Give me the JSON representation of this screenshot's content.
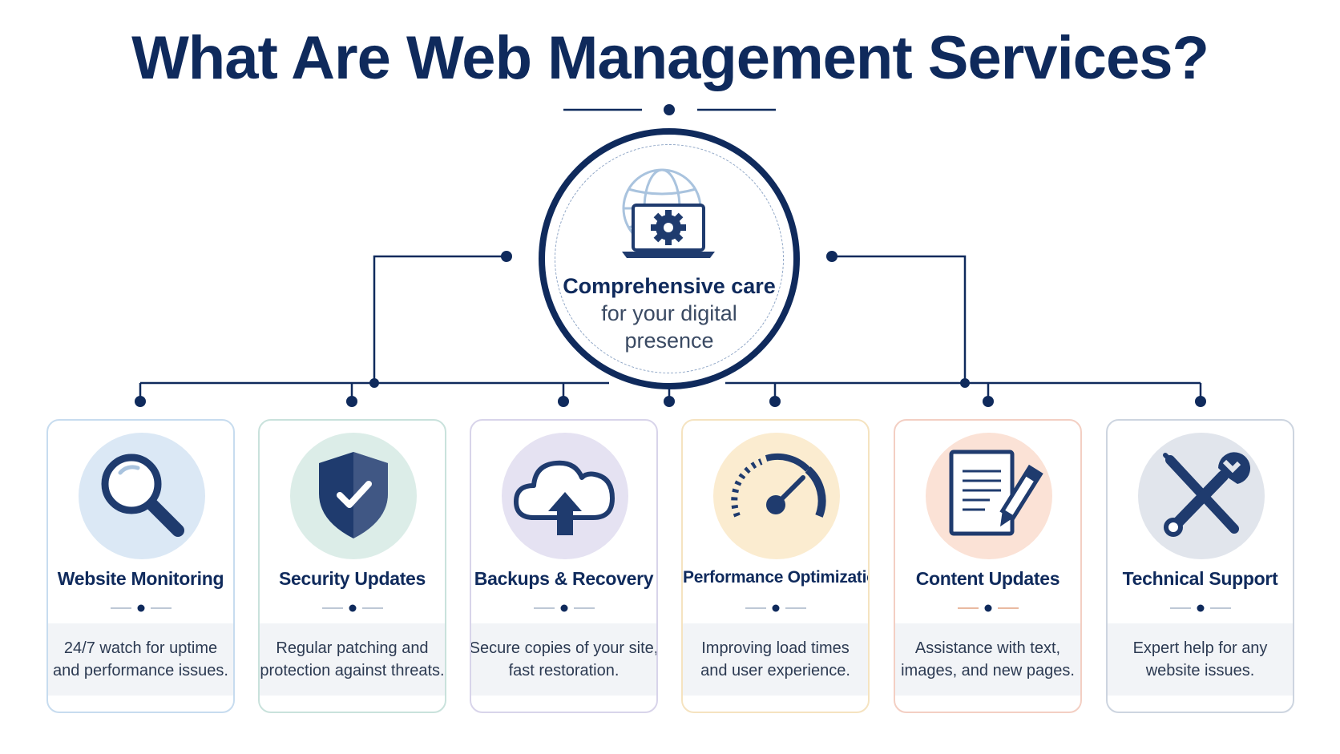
{
  "title": "What Are Web Management Services?",
  "hub": {
    "line1": "Comprehensive care",
    "line2": "for your digital",
    "line3": "presence",
    "icon": "globe-laptop-gear-icon"
  },
  "services": [
    {
      "name": "Website Monitoring",
      "desc1": "24/7 watch for uptime",
      "desc2": "and performance issues.",
      "icon": "magnifier-icon",
      "border": "#c7dcef",
      "bg": "#dbe8f5"
    },
    {
      "name": "Security Updates",
      "desc1": "Regular patching and",
      "desc2": "protection against threats.",
      "icon": "shield-check-icon",
      "border": "#c9e2dc",
      "bg": "#dcede8"
    },
    {
      "name": "Backups & Recovery",
      "desc1": "Secure copies of your site,",
      "desc2": "fast restoration.",
      "icon": "cloud-upload-icon",
      "border": "#d8d4ea",
      "bg": "#e5e2f2"
    },
    {
      "name": "Performance Optimization",
      "desc1": "Improving load times",
      "desc2": "and user experience.",
      "icon": "speedometer-icon",
      "border": "#f5e3c0",
      "bg": "#fbecd0"
    },
    {
      "name": "Content Updates",
      "desc1": "Assistance with text,",
      "desc2": "images, and new pages.",
      "icon": "document-pencil-icon",
      "border": "#f3cfc3",
      "bg": "#fbe2d6"
    },
    {
      "name": "Technical Support",
      "desc1": "Expert help for any",
      "desc2": "website issues.",
      "icon": "wrench-screwdriver-icon",
      "border": "#cdd5e0",
      "bg": "#e1e5ec"
    }
  ],
  "colors": {
    "navy": "#0f2a5c",
    "accent": "#c8743f"
  }
}
